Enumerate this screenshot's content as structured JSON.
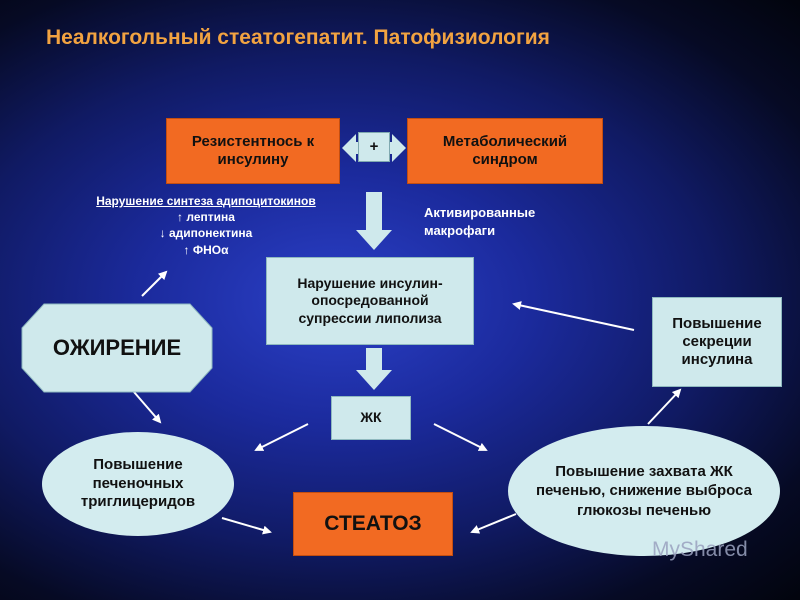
{
  "slide": {
    "title": "Неалкогольный стеатогепатит. Патофизиология"
  },
  "nodes": {
    "insulin_resistance": "Резистентнось к инсулину",
    "plus": "+",
    "metabolic_syndrome": "Метаболический синдром",
    "adipocytokines": {
      "heading": "Нарушение синтеза адипоцитокинов",
      "leptin": "↑  лептина",
      "adiponectin": "↓ адипонектина",
      "tnf": "↑  ФНОα"
    },
    "macrophages": "Активированные макрофаги",
    "lipolysis": "Нарушение инсулин-опосредованной супрессии липолиза",
    "obesity": "ОЖИРЕНИЕ",
    "insulin_secretion": "Повышение секреции инсулина",
    "ffa": "ЖК",
    "triglycerides": "Повышение печеночных триглицеридов",
    "ffa_uptake": "Повышение захвата ЖК печенью, снижение выброса глюкозы печенью",
    "steatosis": "СТЕАТОЗ"
  },
  "watermark": "MyShared"
}
